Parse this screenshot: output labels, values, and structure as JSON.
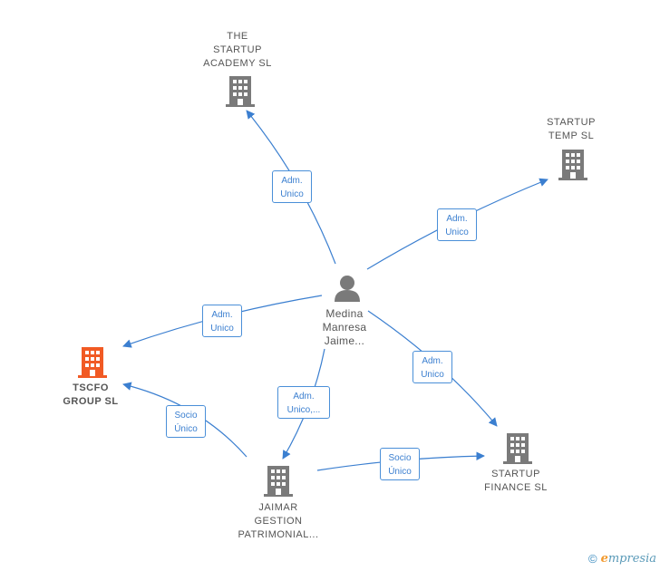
{
  "colors": {
    "edge": "#3b7fd0",
    "company_icon": "#7a7a7a",
    "main_company_icon": "#f15a24",
    "person_icon": "#7a7a7a"
  },
  "nodes": {
    "the_startup_academy": {
      "label": "THE\nSTARTUP\nACADEMY  SL",
      "icon": "building-icon"
    },
    "startup_temp": {
      "label": "STARTUP\nTEMP  SL",
      "icon": "building-icon"
    },
    "medina_manresa": {
      "label": "Medina\nManresa\nJaime...",
      "icon": "person-icon"
    },
    "tscfo_group": {
      "label": "TSCFO\nGROUP  SL",
      "icon": "building-icon"
    },
    "jaimar_gestion": {
      "label": "JAIMAR\nGESTION\nPATRIMONIAL...",
      "icon": "building-icon"
    },
    "startup_finance": {
      "label": "STARTUP\nFINANCE  SL",
      "icon": "building-icon"
    }
  },
  "edges": {
    "to_academy": "Adm.\nUnico",
    "to_temp": "Adm.\nUnico",
    "to_tscfo": "Adm.\nUnico",
    "to_finance": "Adm.\nUnico",
    "to_jaimar": "Adm.\nUnico,...",
    "jaimar_to_tscfo": "Socio\nÚnico",
    "jaimar_to_finance": "Socio\nÚnico"
  },
  "footer": {
    "copyright": "©",
    "brand_e": "e",
    "brand_rest": "mpresia"
  }
}
